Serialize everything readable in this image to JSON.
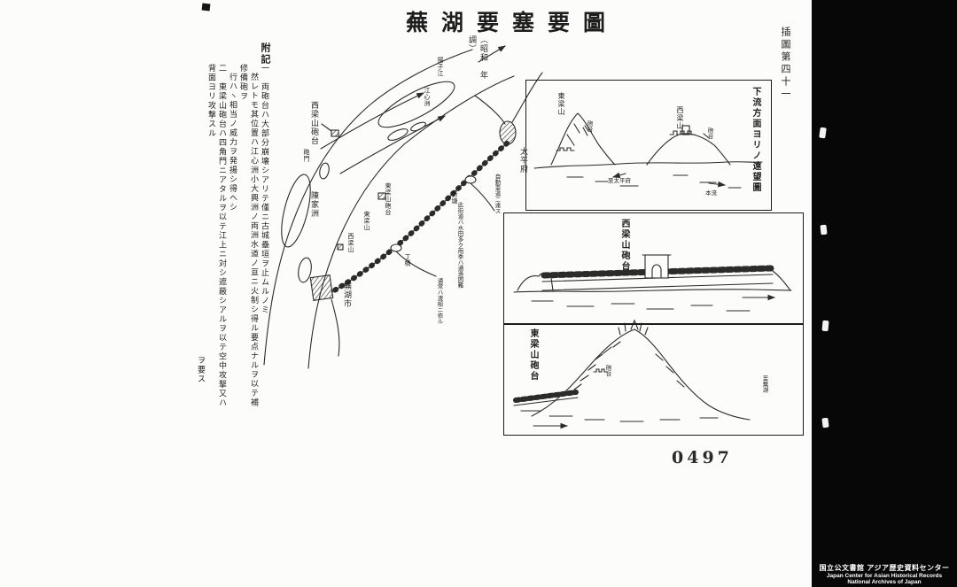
{
  "colors": {
    "ink": "#2b2b2b",
    "paper": "#fcfcfa",
    "bar": "#070707"
  },
  "header": {
    "title": "蕪湖要塞要圖",
    "subtitle": "（昭和　年調）",
    "margin_caption": "插圖第四十一"
  },
  "notes": {
    "heading": "附記",
    "lines": [
      "一　両砲台ハ大部分崩壊シアリテ僅ニ古城壘垣ヲ止ムルノミ",
      "然レトモ其位置ハ江心洲小大興洲ノ両洲水道ノ亘ニ火制シ得ル要点ナルヲ以テ補修備砲ヲ",
      "行ハヽ相当ノ威力ヲ発揚シ得ヘシ",
      "二　東梁山砲台ハ四角門ニアタルヲ以テ江上ニ対シ遮蔽シアルヲ以テ空中攻撃又ハ背面ヨリ攻撃スル",
      "ヲ要ス"
    ]
  },
  "map": {
    "labels": {
      "nishi_fort": "西梁山砲台",
      "homon": "砲門",
      "yosuko": "揚子江",
      "koshinshu": "江心洲",
      "taiheifu": "太平府",
      "chinkashu": "陳家洲",
      "higashi_fort": "東梁山砲台",
      "higashiyama": "東梁山",
      "nishiyama": "西梁山",
      "bukoshi": "蕪湖市",
      "teikyo": "丁橋",
      "shinto": "新塘",
      "note_car": "自動車道ニ達ス",
      "note_kaido": "此街道ハ水田多ク雨季ハ通過困難",
      "note_ferry": "通常ハ渡船ニ依ル"
    }
  },
  "panels": {
    "p1": {
      "title": "下流方面ヨリノ遠望圖",
      "labels": {
        "higashi": "東梁山",
        "nishi": "西梁山",
        "hodai_left": "砲台",
        "hodai_right": "砲台",
        "to_taihei": "至太平府",
        "honryu": "本流"
      }
    },
    "p2": {
      "title": "西梁山砲台"
    },
    "p3": {
      "title": "東梁山砲台",
      "labels": {
        "hodai": "砲台",
        "to_buko": "至蕪湖"
      }
    }
  },
  "stamp": {
    "number": "0497"
  },
  "footer": {
    "line1": "国立公文書館 アジア歴史資料センター",
    "line2": "Japan Center for Asian Historical Records",
    "line3": "National Archives of Japan"
  }
}
